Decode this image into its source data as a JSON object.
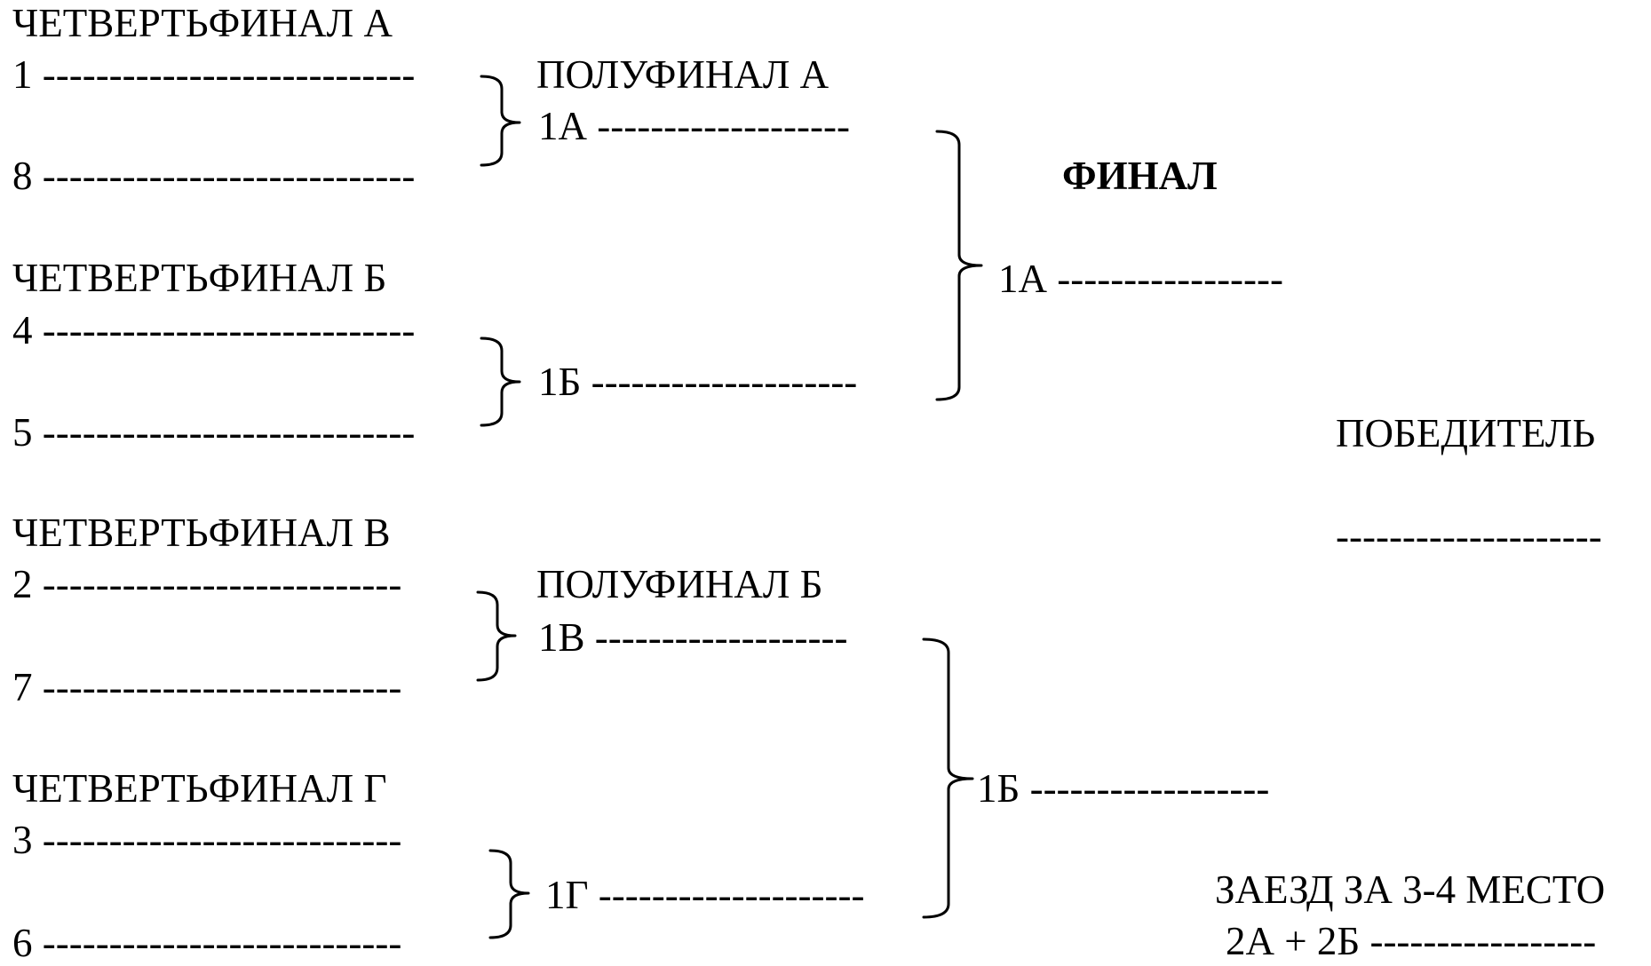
{
  "quarterfinals": [
    {
      "title": "ЧЕТВЕРТЬФИНАЛ А",
      "slots": [
        "1 ----------------------------",
        "8 ----------------------------"
      ]
    },
    {
      "title": "ЧЕТВЕРТЬФИНАЛ Б",
      "slots": [
        "4 ----------------------------",
        "5 ----------------------------"
      ]
    },
    {
      "title": "ЧЕТВЕРТЬФИНАЛ В",
      "slots": [
        "2 ---------------------------",
        "7 ---------------------------"
      ]
    },
    {
      "title": "ЧЕТВЕРТЬФИНАЛ Г",
      "slots": [
        "3 ---------------------------",
        "6 ---------------------------"
      ]
    }
  ],
  "semifinals": [
    {
      "title": "ПОЛУФИНАЛ А",
      "slots": [
        "1А -------------------",
        "1Б --------------------"
      ]
    },
    {
      "title": "ПОЛУФИНАЛ Б",
      "slots": [
        "1В -------------------",
        "1Г --------------------"
      ]
    }
  ],
  "final": {
    "title": "ФИНАЛ",
    "slots": [
      "1А -----------------",
      "1Б ------------------"
    ]
  },
  "winner": {
    "title": "ПОБЕДИТЕЛЬ",
    "line": "--------------------"
  },
  "third_place": {
    "title": "ЗАЕЗД ЗА 3-4 МЕСТО",
    "line": "2А + 2Б -----------------"
  }
}
